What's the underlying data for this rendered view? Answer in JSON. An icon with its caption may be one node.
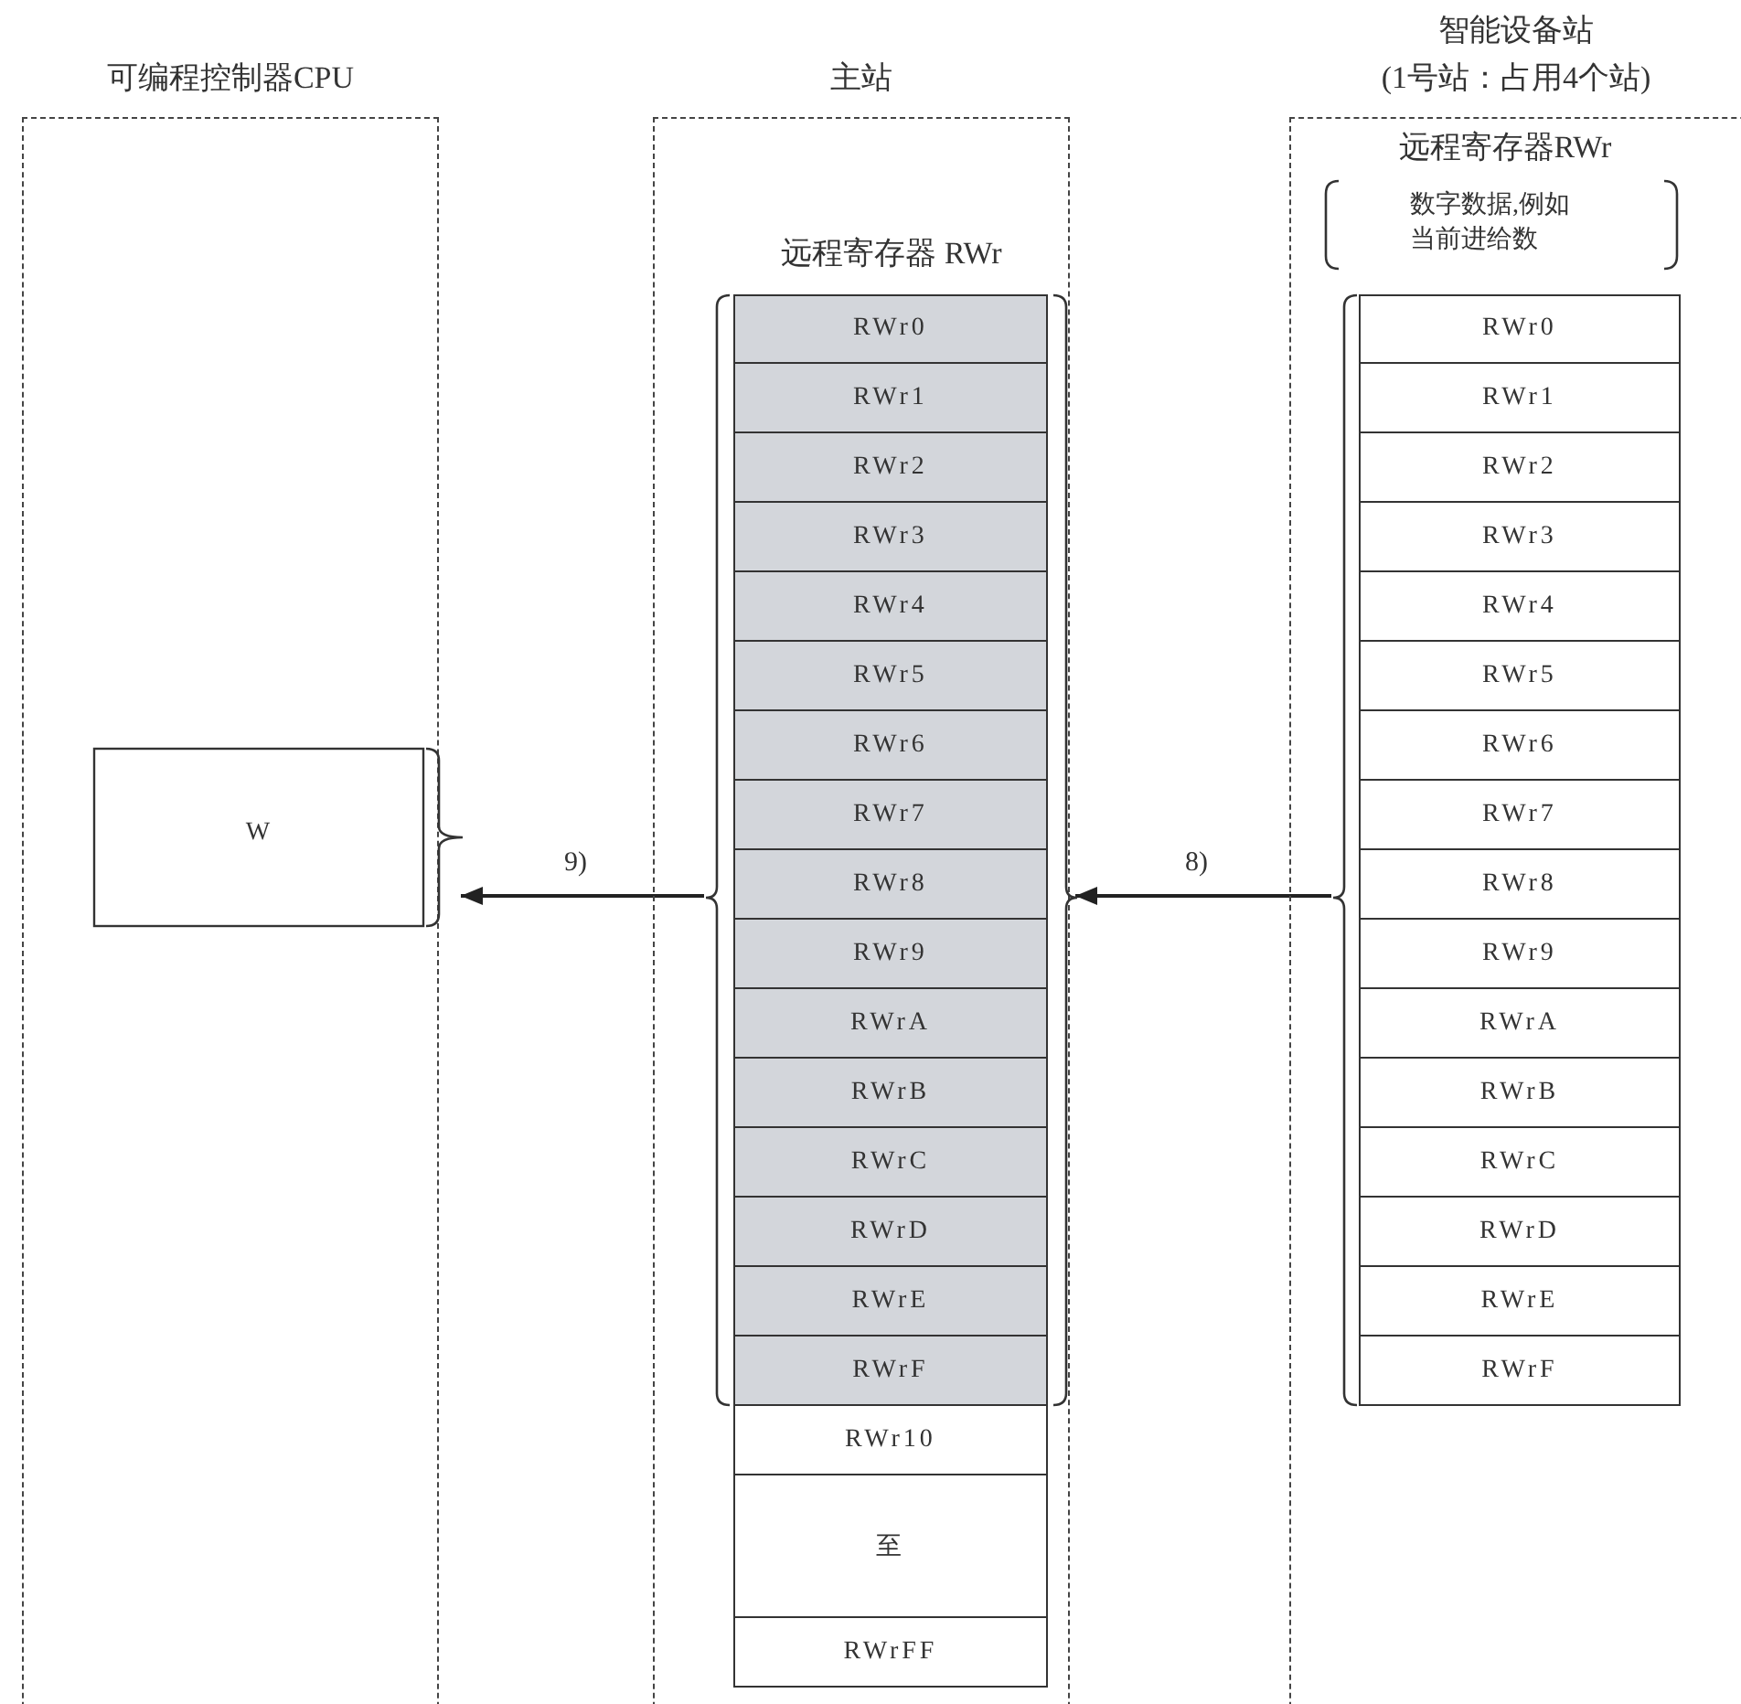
{
  "diagram": {
    "nodes": [
      {
        "text": [
          "可编程控制器CPU"
        ]
      },
      {
        "text": [
          "主站"
        ]
      },
      {
        "text": [
          "智能设备站",
          "(1号站：占用4个站)"
        ]
      },
      {
        "text": [
          "W"
        ],
        "in": 0
      },
      {
        "text": [
          "远程寄存器 RWr"
        ],
        "in": 1
      },
      {
        "text": [
          "RWr0"
        ],
        "in": 4
      },
      {
        "text": [
          "RWr1"
        ],
        "in": 4
      },
      {
        "text": [
          "RWr2"
        ],
        "in": 4
      },
      {
        "text": [
          "RWr3"
        ],
        "in": 4
      },
      {
        "text": [
          "RWr4"
        ],
        "in": 4
      },
      {
        "text": [
          "RWr5"
        ],
        "in": 4
      },
      {
        "text": [
          "RWr6"
        ],
        "in": 4
      },
      {
        "text": [
          "RWr7"
        ],
        "in": 4
      },
      {
        "text": [
          "RWr8"
        ],
        "in": 4
      },
      {
        "text": [
          "RWr9"
        ],
        "in": 4
      },
      {
        "text": [
          "RWrA"
        ],
        "in": 4
      },
      {
        "text": [
          "RWrB"
        ],
        "in": 4
      },
      {
        "text": [
          "RWrC"
        ],
        "in": 4
      },
      {
        "text": [
          "RWrD"
        ],
        "in": 4
      },
      {
        "text": [
          "RWrE"
        ],
        "in": 4
      },
      {
        "text": [
          "RWrF"
        ],
        "in": 4
      },
      {
        "text": [
          "RWr10"
        ],
        "in": 1
      },
      {
        "text": [
          "至"
        ],
        "in": 1
      },
      {
        "text": [
          "RWrFF"
        ],
        "in": 1
      },
      {
        "text": [
          "远程寄存器RWr",
          "数字数据,例如当前进给数"
        ],
        "in": 2
      },
      {
        "text": [
          "RWr0"
        ],
        "in": 24
      },
      {
        "text": [
          "RWr1"
        ],
        "in": 24
      },
      {
        "text": [
          "RWr2"
        ],
        "in": 24
      },
      {
        "text": [
          "RWr3"
        ],
        "in": 24
      },
      {
        "text": [
          "RWr4"
        ],
        "in": 24
      },
      {
        "text": [
          "RWr5"
        ],
        "in": 24
      },
      {
        "text": [
          "RWr6"
        ],
        "in": 24
      },
      {
        "text": [
          "RWr7"
        ],
        "in": 24
      },
      {
        "text": [
          "RWr8"
        ],
        "in": 24
      },
      {
        "text": [
          "RWr9"
        ],
        "in": 24
      },
      {
        "text": [
          "RWrA"
        ],
        "in": 24
      },
      {
        "text": [
          "RWrB"
        ],
        "in": 24
      },
      {
        "text": [
          "RWrC"
        ],
        "in": 24
      },
      {
        "text": [
          "RWrD"
        ],
        "in": 24
      },
      {
        "text": [
          "RWrE"
        ],
        "in": 24
      },
      {
        "text": [
          "RWrF"
        ],
        "in": 24
      }
    ],
    "edges": [
      {
        "from": 24,
        "to": 4,
        "arrow": "to",
        "label": "8)"
      },
      {
        "from": 4,
        "to": 3,
        "arrow": "to",
        "label": "9)"
      }
    ]
  }
}
